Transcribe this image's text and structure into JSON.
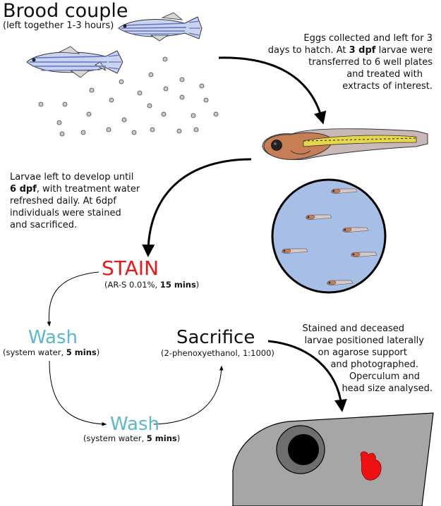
{
  "title": "Brood couple",
  "subtitle": "(left together 1-3 hours)",
  "note_eggs": {
    "l1": "Eggs collected and left for 3",
    "l2a": "days to hatch. At ",
    "l2b": "3 dpf",
    "l2c": " larvae were",
    "l3": "transferred to 6 well plates",
    "l4": "and treated with",
    "l5": "extracts of interest."
  },
  "note_larvae": {
    "l1": "Larvae left to develop until",
    "l2a": "6 dpf",
    "l2b": ", with treatment water",
    "l3": "refreshed daily. At 6dpf",
    "l4": "individuals were stained",
    "l5": "and sacrificed."
  },
  "stain": {
    "label": "STAIN",
    "detail_a": "(AR-S 0.01%, ",
    "detail_b": "15 mins",
    "detail_c": ")"
  },
  "wash1": {
    "label": "Wash",
    "detail_a": "(system water, ",
    "detail_b": "5 mins",
    "detail_c": ")"
  },
  "wash2": {
    "label": "Wash",
    "detail_a": "(system water, ",
    "detail_b": "5 mins",
    "detail_c": ")"
  },
  "sacrifice": {
    "label": "Sacrifice",
    "detail": "(2-phenoxyethanol, 1:1000)"
  },
  "note_photo": {
    "l1": "Stained and deceased",
    "l2": "larvae positioned laterally",
    "l3": "on agarose support",
    "l4": "and photographed.",
    "l5": "Operculum and",
    "l6": "head size analysed."
  },
  "colors": {
    "stain": "#e8191b",
    "wash": "#5ab8cc",
    "dish": "#a7bfe6",
    "head": "#a6a6a6",
    "larva": "#c27b55"
  }
}
